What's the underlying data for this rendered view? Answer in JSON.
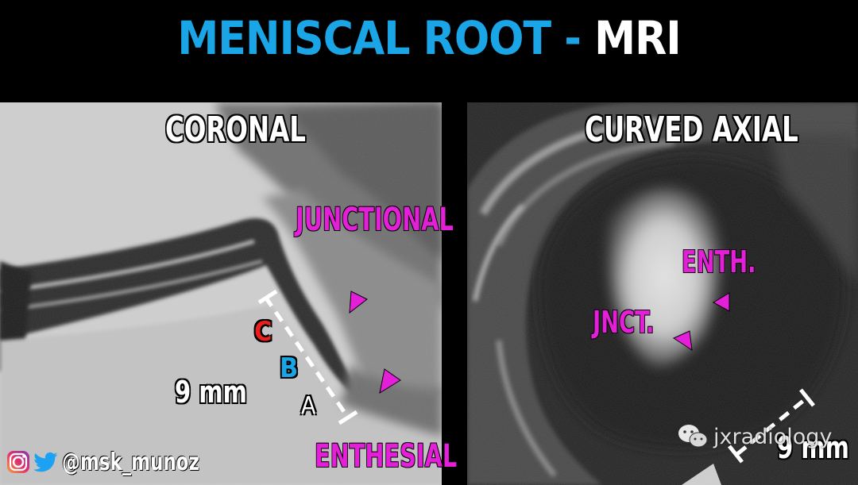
{
  "title": {
    "part1": "MENISCAL ROOT",
    "separator": " - ",
    "part2": "MRI"
  },
  "panels": {
    "left": {
      "heading": "CORONAL",
      "labels": {
        "junctional": "JUNCTIONAL",
        "enthesial": "ENTHESIAL",
        "c": "C",
        "b": "B",
        "a": "A",
        "measure": "9 mm"
      }
    },
    "right": {
      "heading": "CURVED AXIAL",
      "labels": {
        "enth": "ENTH.",
        "jnct": "JNCT.",
        "measure": "9 mm"
      }
    }
  },
  "footer": {
    "handle": "@msk_munoz",
    "watermark": "jxradiology"
  },
  "colors": {
    "title_blue": "#1aa6e6",
    "magenta": "#e31fd8",
    "red": "#e8201c",
    "blue": "#1aa6e6",
    "white": "#ffffff"
  },
  "icons": [
    "instagram-icon",
    "twitter-icon",
    "wechat-icon",
    "arrowhead-icon"
  ]
}
